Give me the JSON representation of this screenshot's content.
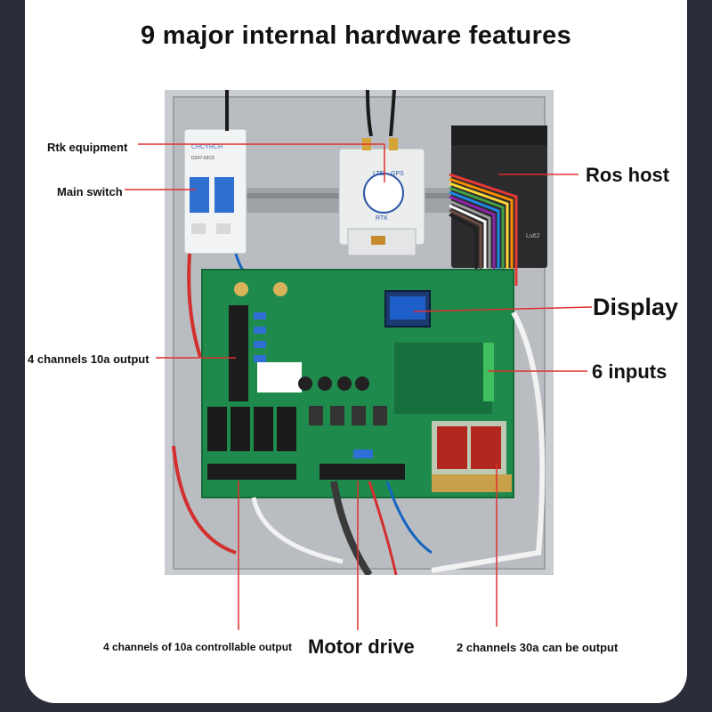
{
  "title": "9 major internal hardware features",
  "labels": {
    "rtk": "Rtk equipment",
    "main_switch": "Main switch",
    "ros_host": "Ros host",
    "display": "Display",
    "outputs_10a": "4 channels 10a output",
    "inputs": "6 inputs",
    "controllable": "4 channels of 10a controllable output",
    "motor": "Motor drive",
    "output_30a": "2 channels 30a can be output"
  },
  "device": {
    "breaker_brand": "CHCYRCH",
    "breaker_model": "DZ47-63C6",
    "rtk_module": "RTK",
    "rtk_lte": "LTE",
    "rtk_gps": "GPS"
  },
  "colors": {
    "background": "#2b2d3a",
    "card": "#ffffff",
    "callout_line": "#e0302f",
    "pcb": "#1e8a4c"
  }
}
